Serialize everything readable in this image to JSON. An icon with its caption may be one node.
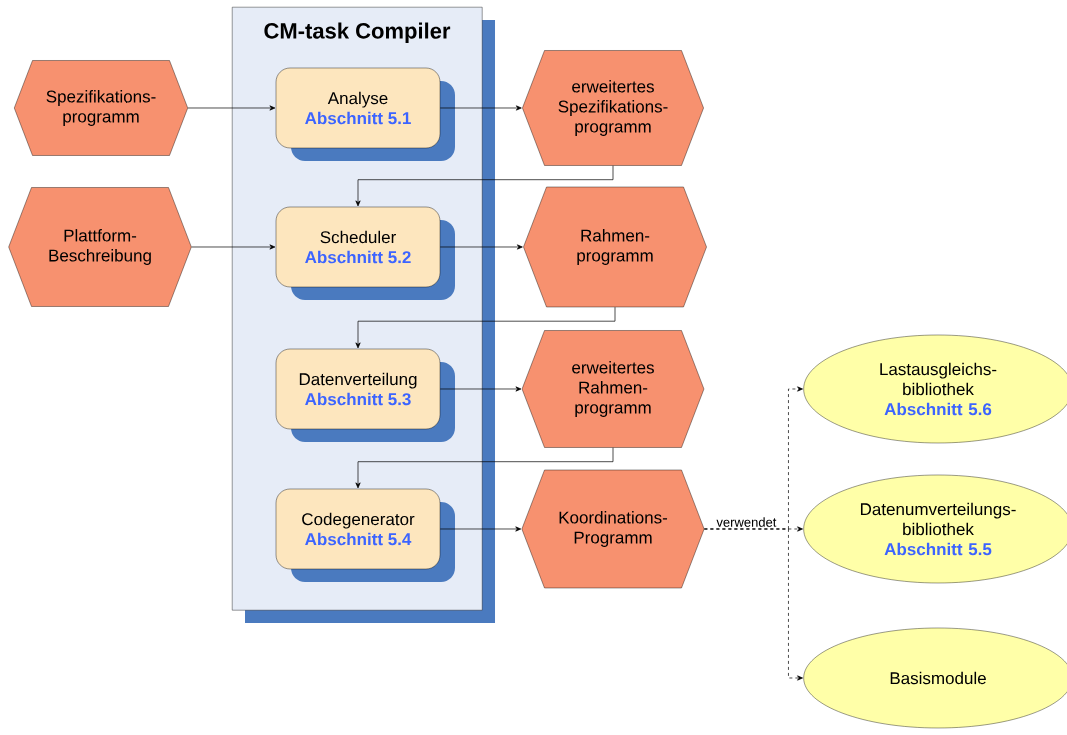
{
  "diagram": {
    "nodes": [
      {
        "text": [
          "CM-task Compiler"
        ]
      },
      {
        "text": [
          "Analyse",
          "Abschnitt 5.1"
        ],
        "in": 0
      },
      {
        "text": [
          "Scheduler",
          "Abschnitt 5.2"
        ],
        "in": 0
      },
      {
        "text": [
          "Datenverteilung",
          "Abschnitt 5.3"
        ],
        "in": 0
      },
      {
        "text": [
          "Codegenerator",
          "Abschnitt 5.4"
        ],
        "in": 0
      },
      {
        "text": [
          "Spezifikations- programm"
        ]
      },
      {
        "text": [
          "Plattform- Beschreibung"
        ]
      },
      {
        "text": [
          "erweitertes Spezifikations- programm"
        ]
      },
      {
        "text": [
          "Rahmen- programm"
        ]
      },
      {
        "text": [
          "erweitertes Rahmen- programm"
        ]
      },
      {
        "text": [
          "Koordinations- Programm"
        ]
      },
      {
        "text": [
          "Lastausgleichs- bibliothek",
          "Abschnitt 5.6"
        ]
      },
      {
        "text": [
          "Datenumverteilungs- bibliothek",
          "Abschnitt 5.5"
        ]
      },
      {
        "text": [
          "Basismodule"
        ]
      }
    ],
    "edges": [
      {
        "from": 5,
        "to": 1,
        "arrow": "to"
      },
      {
        "from": 1,
        "to": 7,
        "arrow": "to"
      },
      {
        "from": 7,
        "to": 2,
        "arrow": "to"
      },
      {
        "from": 6,
        "to": 2,
        "arrow": "to"
      },
      {
        "from": 2,
        "to": 8,
        "arrow": "to"
      },
      {
        "from": 8,
        "to": 3,
        "arrow": "to"
      },
      {
        "from": 3,
        "to": 9,
        "arrow": "to"
      },
      {
        "from": 9,
        "to": 4,
        "arrow": "to"
      },
      {
        "from": 4,
        "to": 10,
        "arrow": "to"
      },
      {
        "from": 10,
        "to": 11,
        "arrow": "to",
        "style": "dashed"
      },
      {
        "from": 10,
        "to": 12,
        "arrow": "to",
        "style": "dashed",
        "label": "verwendet"
      },
      {
        "from": 10,
        "to": 13,
        "arrow": "to",
        "style": "dashed"
      }
    ]
  }
}
